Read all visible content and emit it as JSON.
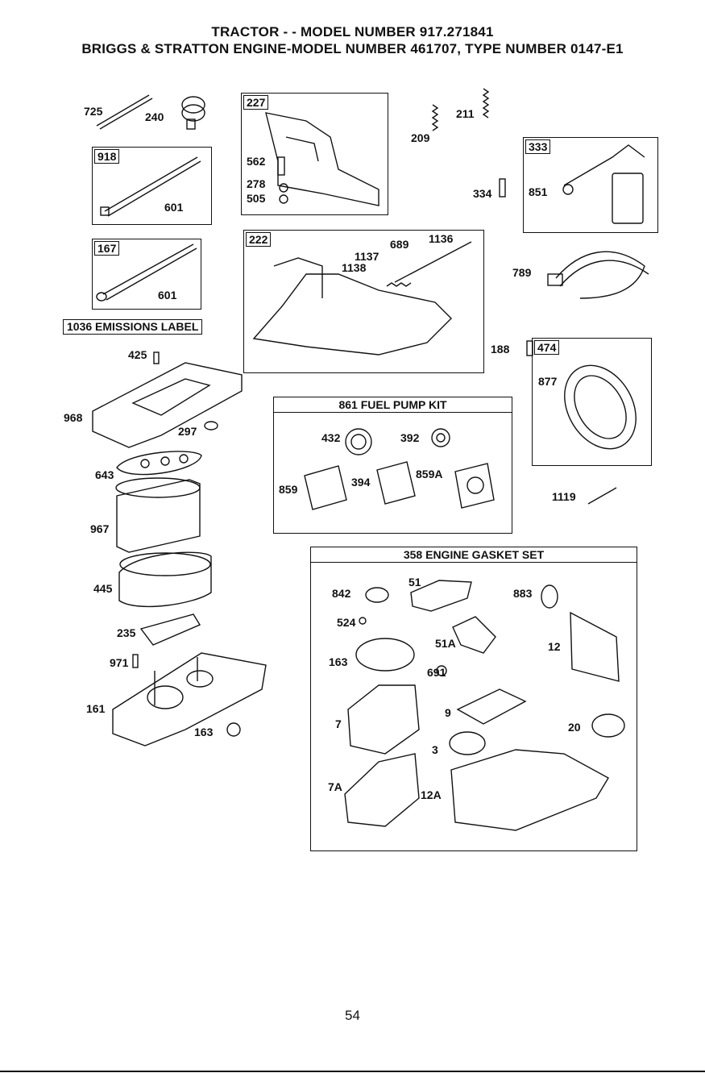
{
  "header": {
    "line1": "TRACTOR - - MODEL NUMBER 917.271841",
    "line2": "BRIGGS & STRATTON ENGINE-MODEL NUMBER 461707, TYPE NUMBER 0147-E1"
  },
  "boxes": {
    "b227": "227",
    "b918": "918",
    "b167": "167",
    "b222": "222",
    "b333": "333",
    "b474": "474",
    "emissions": "1036 EMISSIONS LABEL",
    "fuel_pump": "861 FUEL PUMP KIT",
    "gasket_set": "358 ENGINE GASKET SET"
  },
  "parts": {
    "p725": "725",
    "p240": "240",
    "p601a": "601",
    "p601b": "601",
    "p562": "562",
    "p278": "278",
    "p505": "505",
    "p209": "209",
    "p211": "211",
    "p334": "334",
    "p851": "851",
    "p689": "689",
    "p1136": "1136",
    "p1137": "1137",
    "p1138": "1138",
    "p789": "789",
    "p188": "188",
    "p877": "877",
    "p1119": "1119",
    "p425": "425",
    "p968": "968",
    "p297": "297",
    "p643": "643",
    "p967": "967",
    "p445": "445",
    "p235": "235",
    "p971": "971",
    "p161": "161",
    "p163a": "163",
    "p432": "432",
    "p392": "392",
    "p859": "859",
    "p394": "394",
    "p859a": "859A",
    "p842": "842",
    "p51": "51",
    "p883": "883",
    "p524": "524",
    "p51a": "51A",
    "p12": "12",
    "p163b": "163",
    "p691": "691",
    "p9": "9",
    "p7": "7",
    "p20": "20",
    "p3": "3",
    "p7a": "7A",
    "p12a": "12A"
  },
  "page_number": "54"
}
